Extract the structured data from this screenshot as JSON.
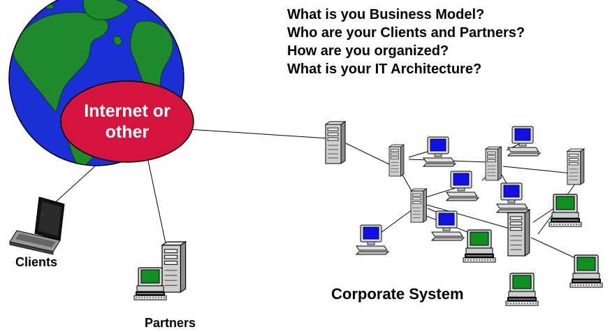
{
  "questions": [
    "What is you Business Model?",
    "Who are your Clients and Partners?",
    "How are you organized?",
    "What is your IT Architecture?"
  ],
  "hub": {
    "line1": "Internet or",
    "line2": "other"
  },
  "labels": {
    "clients": "Clients",
    "partners": "Partners",
    "corporate": "Corporate System"
  },
  "colors": {
    "ocean": "#1a2fd6",
    "land": "#1f8a2c",
    "hub": "#d4143c",
    "monitor_blue": "#1010e8",
    "monitor_green": "#109020",
    "tower": "#c8c8c8"
  }
}
